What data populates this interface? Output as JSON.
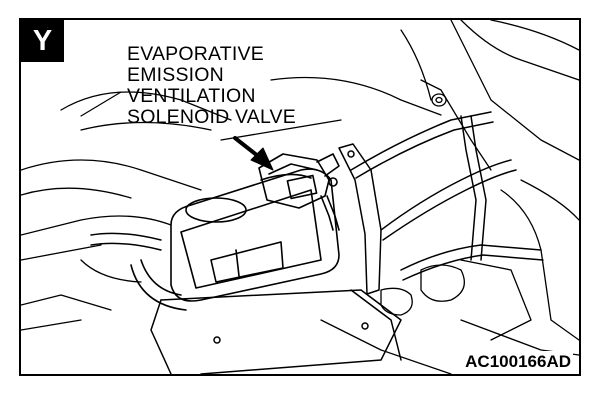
{
  "view_label": "Y",
  "callout": {
    "lines": [
      "EVAPORATIVE",
      "EMISSION",
      "VENTILATION",
      "SOLENOID VALVE"
    ]
  },
  "figure_code": "AC100166AD",
  "colors": {
    "ink": "#000000",
    "paper": "#ffffff"
  },
  "icons": {
    "pointer": "arrow-icon"
  }
}
